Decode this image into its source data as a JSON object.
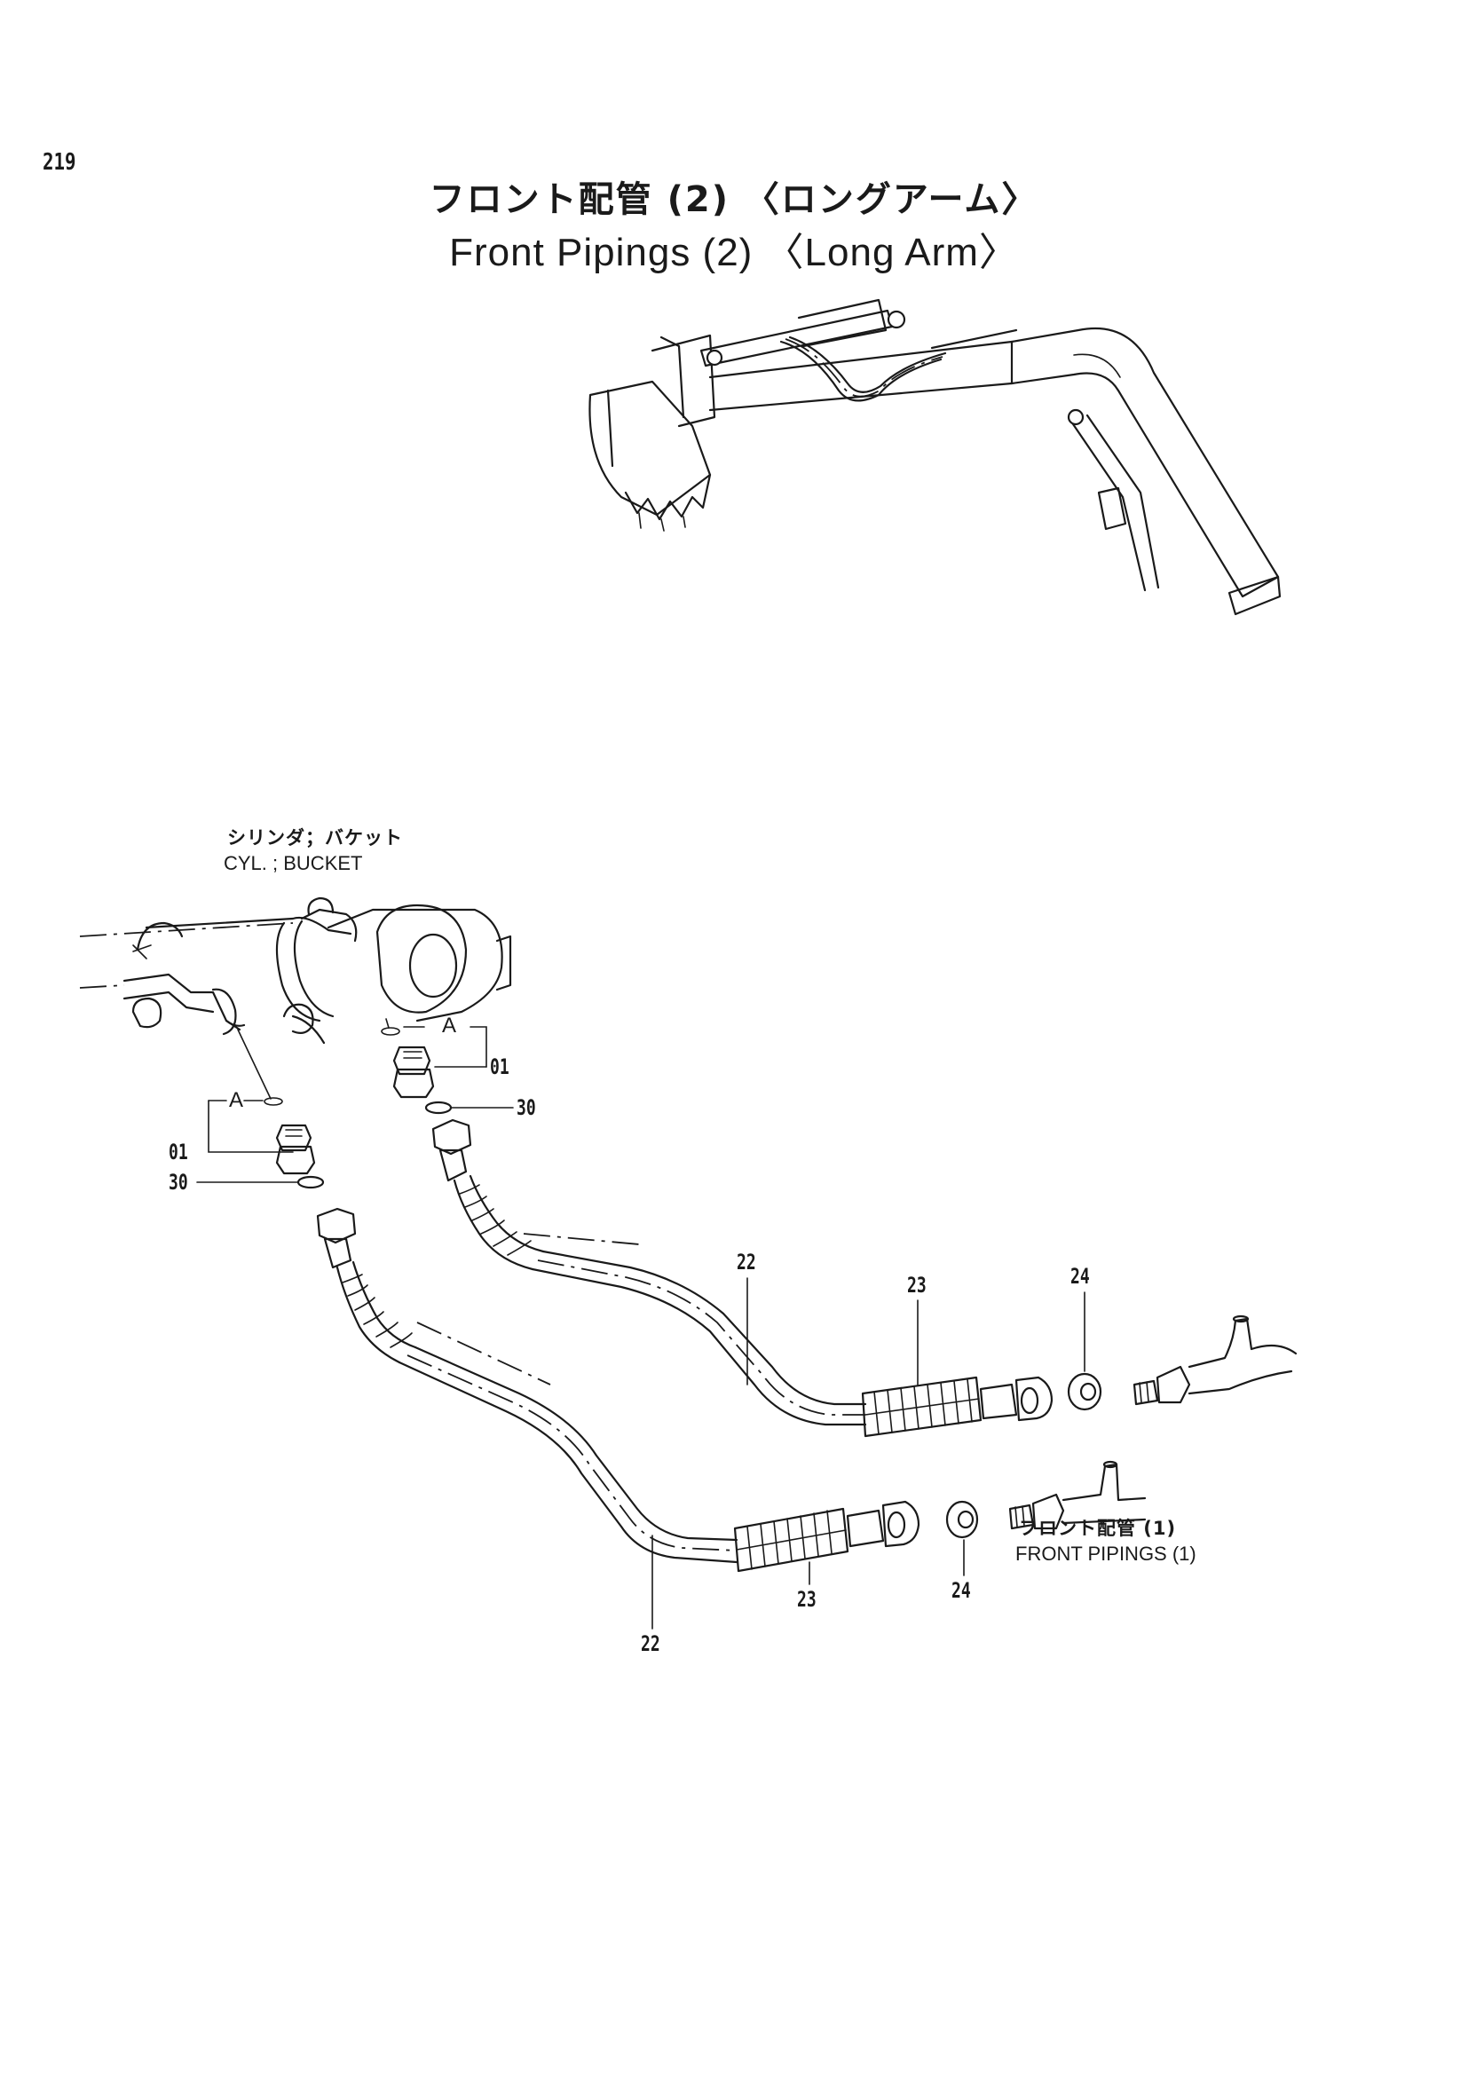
{
  "page_number": "219",
  "title_jp": "フロント配管 (2) 〈ロングアーム〉",
  "title_en": "Front Pipings (2) 〈Long Arm〉",
  "labels": {
    "cylinder_jp": "シリンダ；バケット",
    "cylinder_en": "CYL. ; BUCKET",
    "front_pipings_jp": "フロント配管 (1)",
    "front_pipings_en": "FRONT PIPINGS (1)",
    "view_a_upper": "A",
    "view_a_lower": "A"
  },
  "callouts": {
    "p01_upper": "01",
    "p30_upper": "30",
    "p01_lower": "01",
    "p30_lower": "30",
    "p22_upper": "22",
    "p23_upper": "23",
    "p24_upper": "24",
    "p23_lower": "23",
    "p24_lower": "24",
    "p22_lower": "22"
  }
}
